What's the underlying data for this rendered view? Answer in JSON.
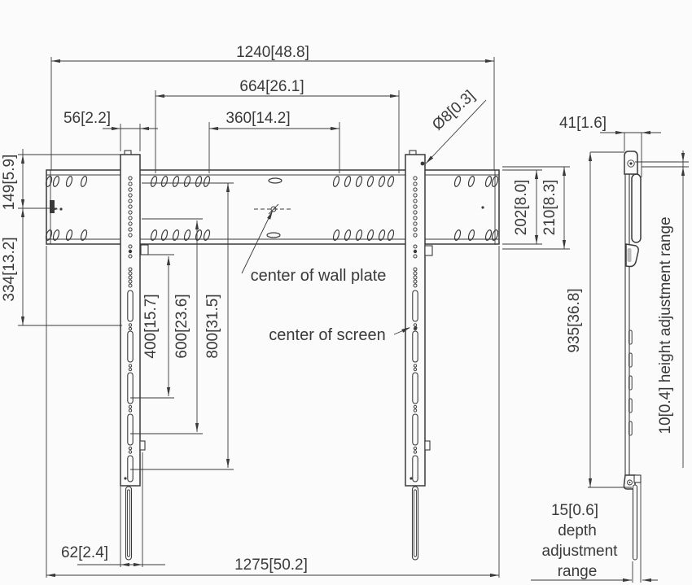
{
  "drawing": {
    "title": "wall mount dimension drawing",
    "colors": {
      "line": "#3a3a3a",
      "background": "#fbfbfb"
    },
    "dims": {
      "top": {
        "overall": "1240[48.8]",
        "inner": "664[26.1]",
        "span360": "360[14.2]",
        "rail56": "56[2.2]",
        "hole": "Ø8[0.3]"
      },
      "left": {
        "h149": "149[5.9]",
        "h334": "334[13.2]"
      },
      "plate": {
        "h202": "202[8.0]",
        "h210": "210[8.3]"
      },
      "vesa": {
        "v400": "400[15.7]",
        "v600": "600[23.6]",
        "v800": "800[31.5]"
      },
      "side": {
        "depth41": "41[1.6]",
        "h935": "935[36.8]",
        "height_adjustment": "10[0.4] height adjustment range"
      },
      "bottom": {
        "w62": "62[2.4]",
        "w1275": "1275[50.2]"
      },
      "depth_adjustment": {
        "value": "15[0.6]",
        "line1": "depth",
        "line2": "adjustment",
        "line3": "range"
      }
    },
    "annotations": {
      "center_of_wall_plate": "center of wall plate",
      "center_of_screen": "center of screen"
    }
  }
}
